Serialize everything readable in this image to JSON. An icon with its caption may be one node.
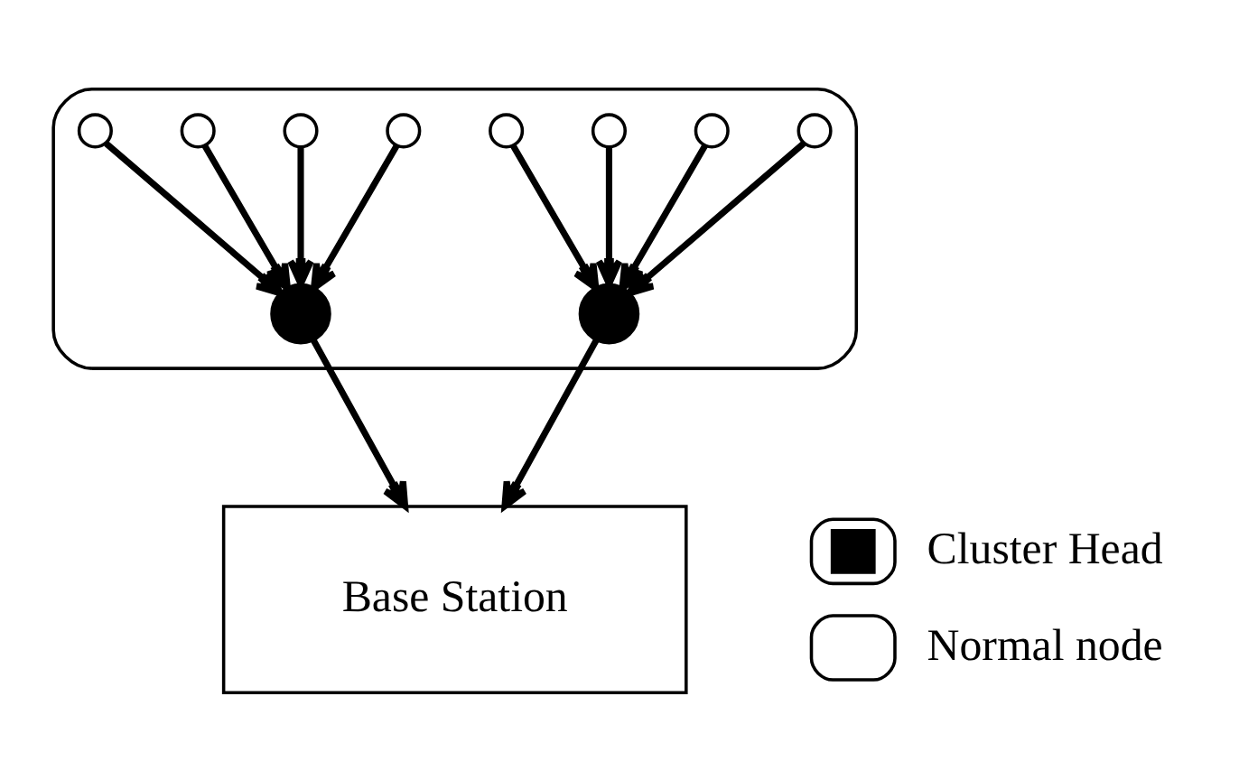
{
  "diagram": {
    "nodes": [
      {
        "text": [],
        "shape": "cloud"
      },
      {
        "text": [],
        "shape": "circle",
        "in": 0
      },
      {
        "text": [],
        "shape": "circle",
        "in": 0
      },
      {
        "text": [],
        "shape": "circle",
        "in": 0
      },
      {
        "text": [],
        "shape": "circle",
        "in": 0
      },
      {
        "text": [],
        "shape": "circle",
        "in": 0
      },
      {
        "text": [],
        "shape": "circle",
        "in": 0
      },
      {
        "text": [],
        "shape": "circle",
        "in": 0
      },
      {
        "text": [],
        "shape": "circle",
        "in": 0
      },
      {
        "text": [],
        "shape": "circle",
        "in": 0
      },
      {
        "text": [],
        "shape": "circle",
        "in": 0
      },
      {
        "text": [
          "Base Station"
        ]
      }
    ],
    "edges": [
      {
        "from": 1,
        "to": 5,
        "arrow": "to"
      },
      {
        "from": 2,
        "to": 5,
        "arrow": "to"
      },
      {
        "from": 3,
        "to": 5,
        "arrow": "to"
      },
      {
        "from": 4,
        "to": 5,
        "arrow": "to"
      },
      {
        "from": 6,
        "to": 10,
        "arrow": "to"
      },
      {
        "from": 7,
        "to": 10,
        "arrow": "to"
      },
      {
        "from": 8,
        "to": 10,
        "arrow": "to"
      },
      {
        "from": 9,
        "to": 10,
        "arrow": "to"
      },
      {
        "from": 5,
        "to": 11,
        "arrow": "to"
      },
      {
        "from": 10,
        "to": 11,
        "arrow": "to"
      }
    ],
    "legend": [
      {
        "text": "Cluster Head"
      },
      {
        "text": "Normal node"
      }
    ]
  }
}
